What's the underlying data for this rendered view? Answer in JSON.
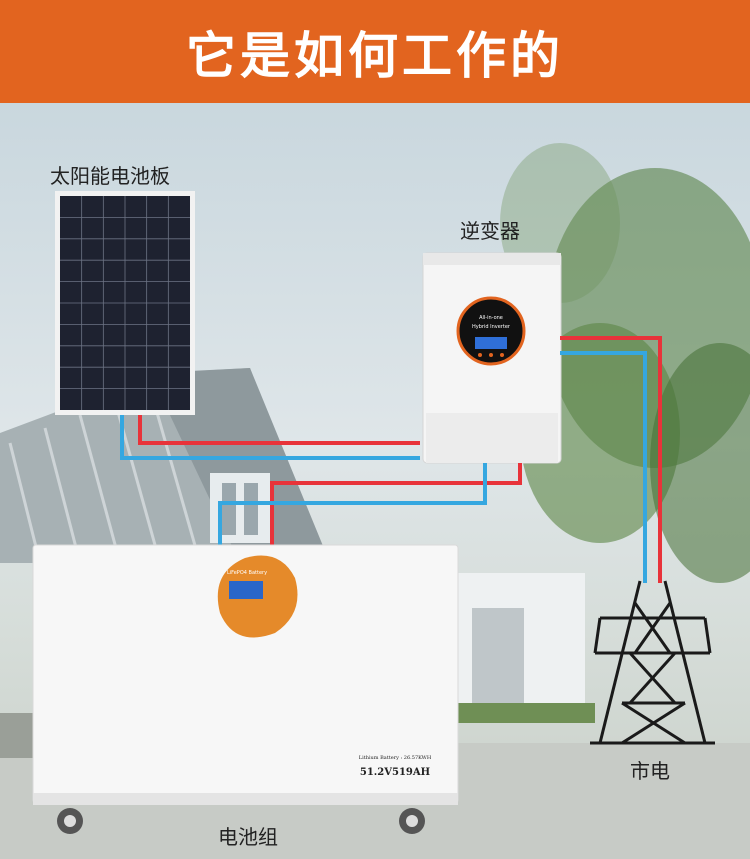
{
  "banner": {
    "title": "它是如何工作的"
  },
  "labels": {
    "solar_panel": "太阳能电池板",
    "inverter": "逆变器",
    "grid": "市电",
    "battery": "电池组"
  },
  "inverter_screen": {
    "line1": "All-in-one",
    "line2": "Hybrid Inverter"
  },
  "battery_badge": {
    "text": "LiFePO4 Battery"
  },
  "battery_spec": {
    "line1": "Lithium Battery : 26.57KWH",
    "line2": "51.2V519AH"
  },
  "colors": {
    "banner": "#e2641f",
    "wire_red": "#e8333a",
    "wire_blue": "#35a7e0"
  }
}
